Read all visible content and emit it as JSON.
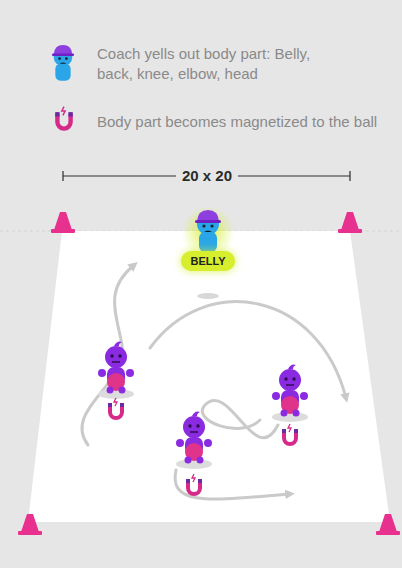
{
  "diagram": {
    "nodes": [
      {
        "text": [
          "BELLY"
        ]
      }
    ],
    "labels": [
      "20 x 20"
    ],
    "legend": [
      {
        "text": "Coach yells out body part: Belly, back, knee, elbow, head"
      },
      {
        "text": "Body part becomes magnetized to the ball"
      }
    ]
  }
}
